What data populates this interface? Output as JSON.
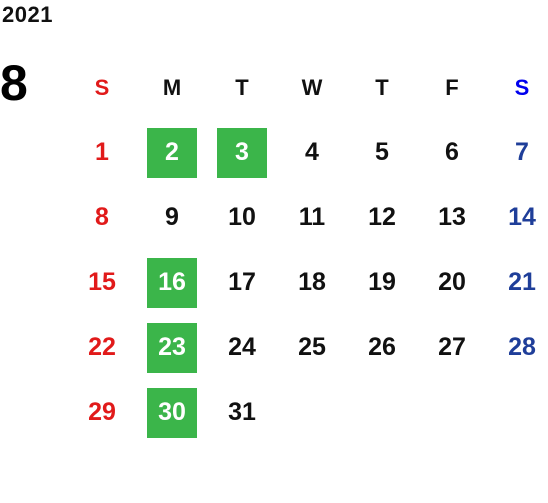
{
  "calendar": {
    "year": "2021",
    "month": "8",
    "weekdays": [
      "S",
      "M",
      "T",
      "W",
      "T",
      "F",
      "S"
    ],
    "weeks": [
      [
        {
          "day": "1",
          "highlighted": false
        },
        {
          "day": "2",
          "highlighted": true
        },
        {
          "day": "3",
          "highlighted": true
        },
        {
          "day": "4",
          "highlighted": false
        },
        {
          "day": "5",
          "highlighted": false
        },
        {
          "day": "6",
          "highlighted": false
        },
        {
          "day": "7",
          "highlighted": false
        }
      ],
      [
        {
          "day": "8",
          "highlighted": false
        },
        {
          "day": "9",
          "highlighted": false
        },
        {
          "day": "10",
          "highlighted": false
        },
        {
          "day": "11",
          "highlighted": false
        },
        {
          "day": "12",
          "highlighted": false
        },
        {
          "day": "13",
          "highlighted": false
        },
        {
          "day": "14",
          "highlighted": false
        }
      ],
      [
        {
          "day": "15",
          "highlighted": false
        },
        {
          "day": "16",
          "highlighted": true
        },
        {
          "day": "17",
          "highlighted": false
        },
        {
          "day": "18",
          "highlighted": false
        },
        {
          "day": "19",
          "highlighted": false
        },
        {
          "day": "20",
          "highlighted": false
        },
        {
          "day": "21",
          "highlighted": false
        }
      ],
      [
        {
          "day": "22",
          "highlighted": false
        },
        {
          "day": "23",
          "highlighted": true
        },
        {
          "day": "24",
          "highlighted": false
        },
        {
          "day": "25",
          "highlighted": false
        },
        {
          "day": "26",
          "highlighted": false
        },
        {
          "day": "27",
          "highlighted": false
        },
        {
          "day": "28",
          "highlighted": false
        }
      ],
      [
        {
          "day": "29",
          "highlighted": false
        },
        {
          "day": "30",
          "highlighted": true
        },
        {
          "day": "31",
          "highlighted": false
        },
        {
          "day": "",
          "highlighted": false
        },
        {
          "day": "",
          "highlighted": false
        },
        {
          "day": "",
          "highlighted": false
        },
        {
          "day": "",
          "highlighted": false
        }
      ]
    ]
  },
  "colors": {
    "sunday": "#e11a1a",
    "saturday": "#1f3e99",
    "saturday_header": "#0000ee",
    "highlight": "#3bb54a",
    "text": "#111111"
  }
}
